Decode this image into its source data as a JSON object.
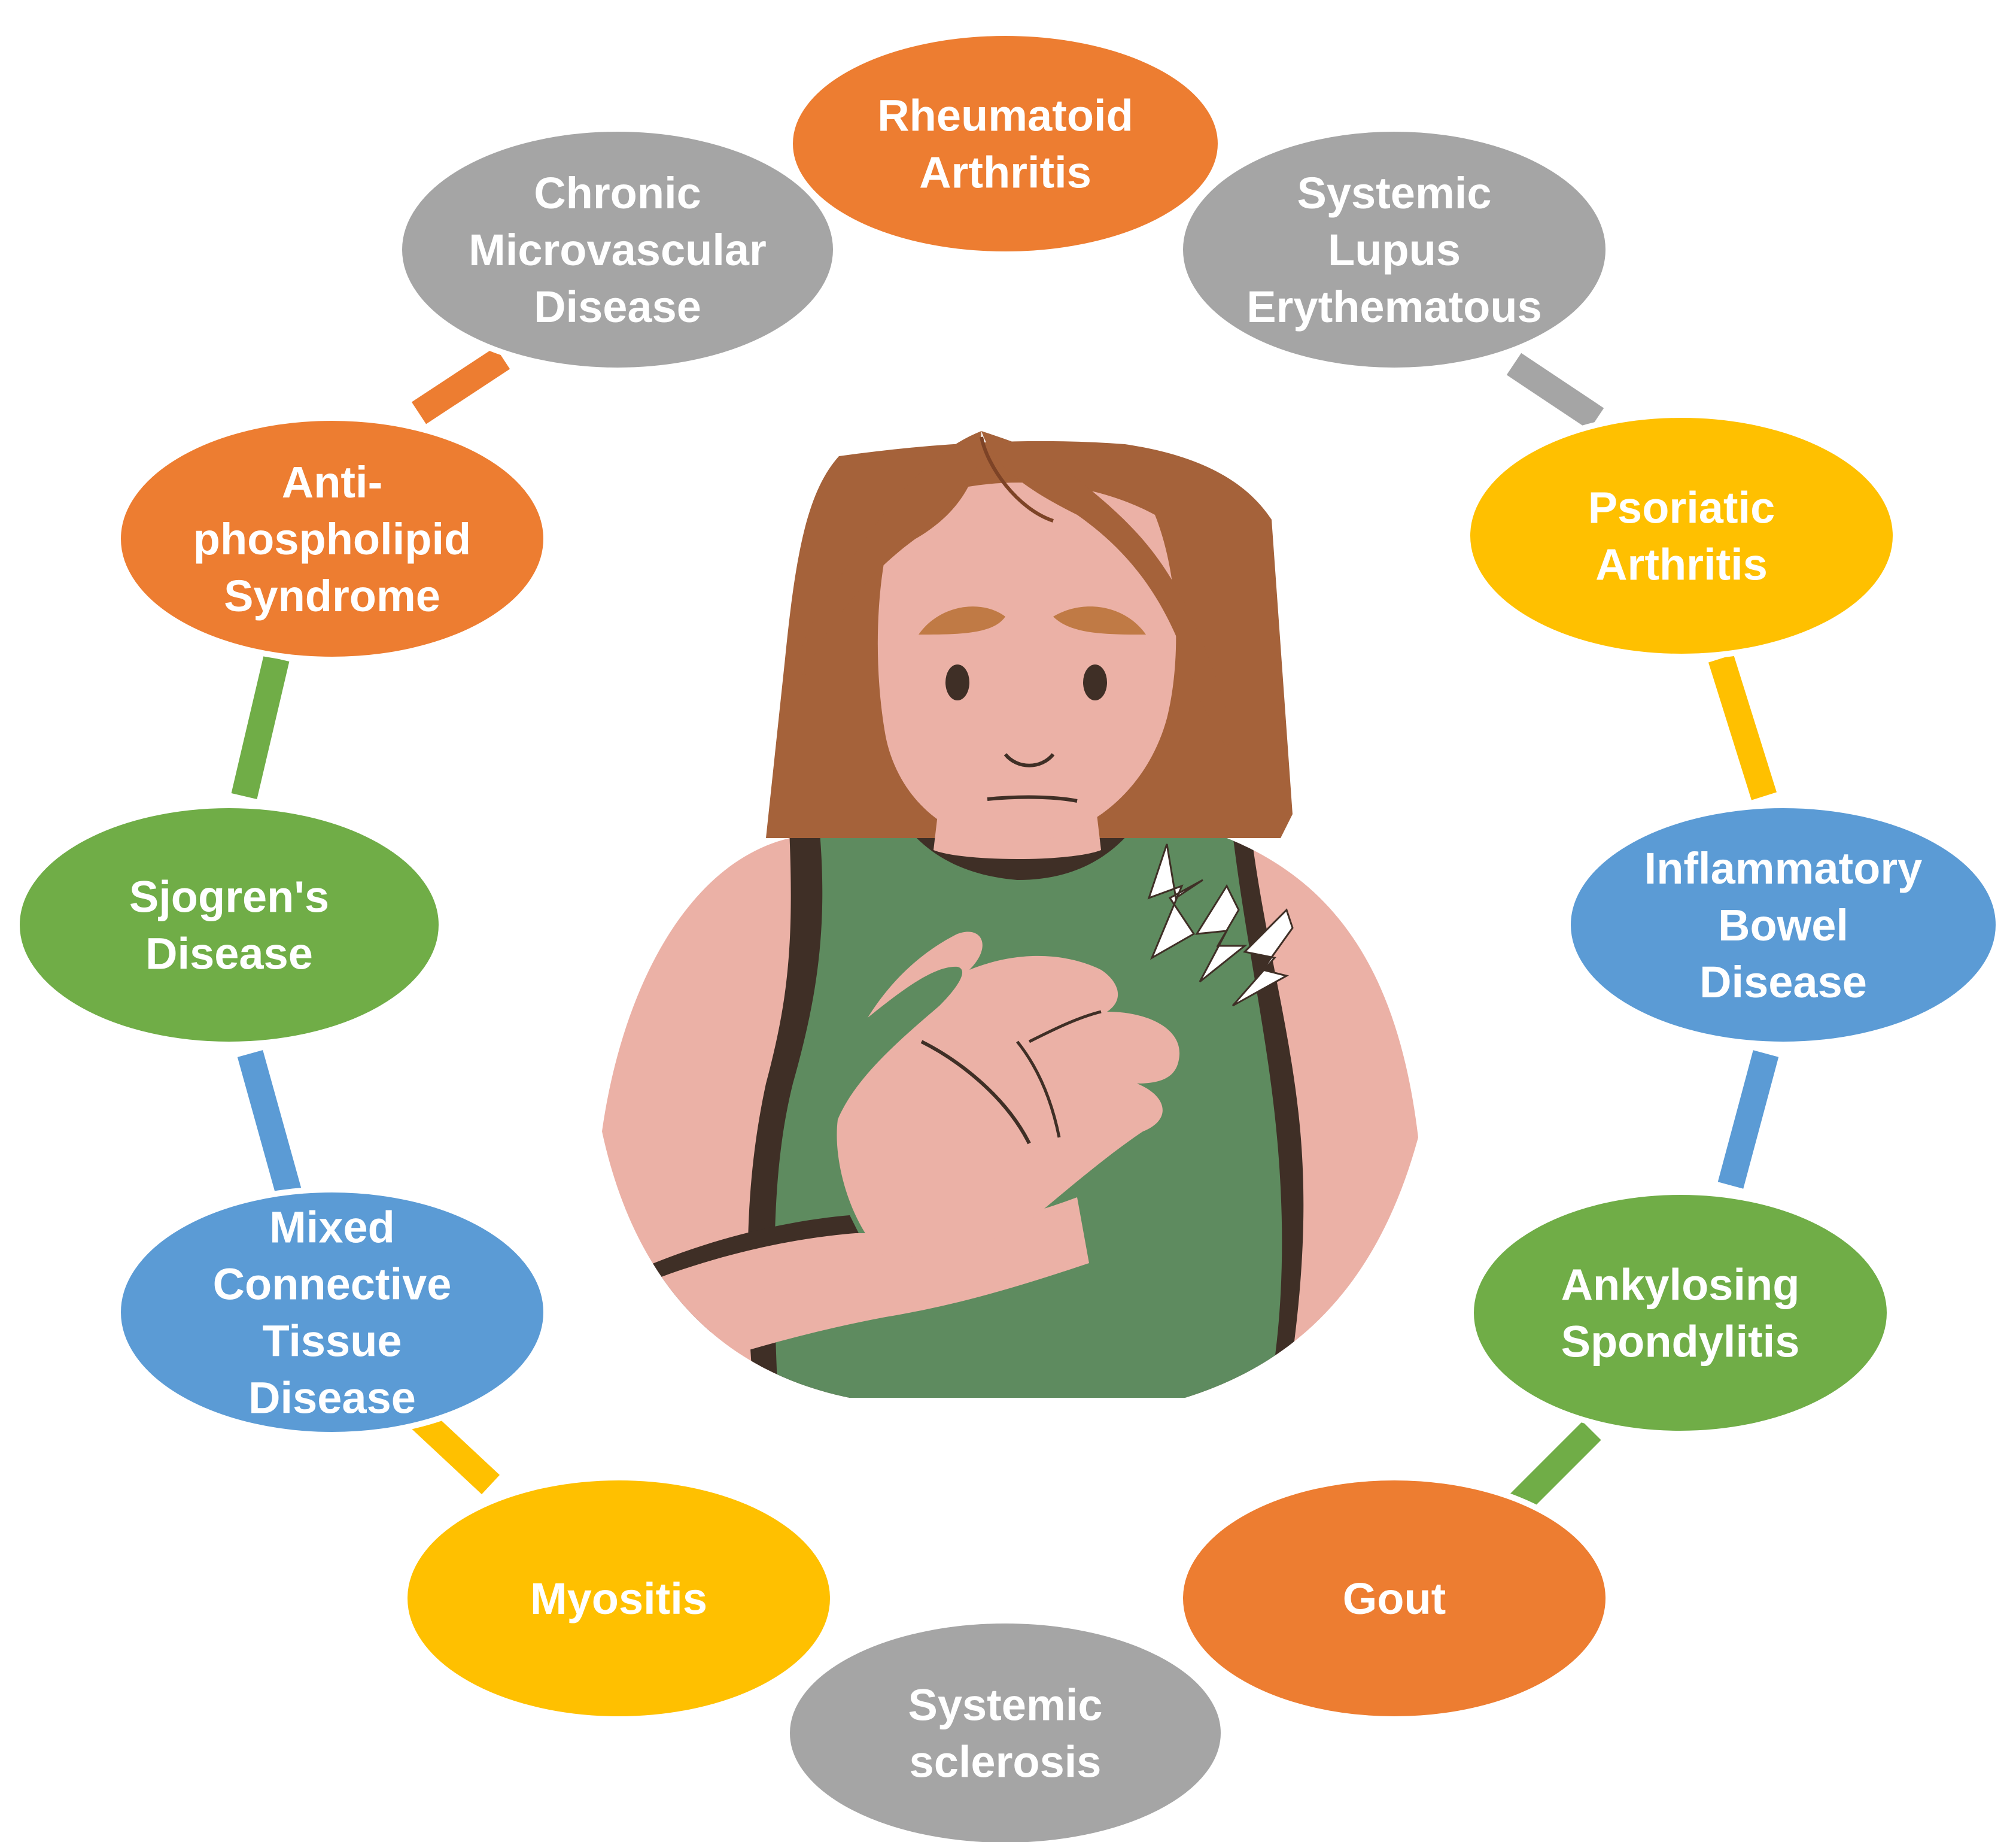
{
  "diagram": {
    "center_illustration": {
      "icon": "woman-holding-chest-in-pain",
      "colors": {
        "hair": "#a5623a",
        "skin": "#ebb1a6",
        "shirt": "#5e8b5f",
        "outline": "#3f2f26",
        "eyebrow": "#c07a45",
        "pain_mark": "#ffffff"
      }
    },
    "palette": {
      "orange": "#ed7d31",
      "gray": "#a5a5a5",
      "yellow": "#ffc000",
      "blue": "#5b9bd5",
      "green": "#70ad47"
    },
    "nodes": [
      {
        "id": "rheumatoid-arthritis",
        "color": "#ed7d31",
        "lines": [
          "Rheumatoid",
          "Arthritis"
        ]
      },
      {
        "id": "systemic-lupus-erythematous",
        "color": "#a5a5a5",
        "lines": [
          "Systemic",
          "Lupus",
          "Erythematous"
        ]
      },
      {
        "id": "psoriatic-arthritis",
        "color": "#ffc000",
        "lines": [
          "Psoriatic",
          "Arthritis"
        ]
      },
      {
        "id": "inflammatory-bowel-disease",
        "color": "#5b9bd5",
        "lines": [
          "Inflammatory",
          "Bowel",
          "Disease"
        ]
      },
      {
        "id": "ankylosing-spondylitis",
        "color": "#70ad47",
        "lines": [
          "Ankylosing",
          "Spondylitis"
        ]
      },
      {
        "id": "gout",
        "color": "#ed7d31",
        "lines": [
          "Gout"
        ]
      },
      {
        "id": "systemic-sclerosis",
        "color": "#a5a5a5",
        "lines": [
          "Systemic",
          "sclerosis"
        ]
      },
      {
        "id": "myositis",
        "color": "#ffc000",
        "lines": [
          "Myositis"
        ]
      },
      {
        "id": "mixed-connective-tissue-disease",
        "color": "#5b9bd5",
        "lines": [
          "Mixed",
          "Connective",
          "Tissue",
          "Disease"
        ]
      },
      {
        "id": "sjogrens-disease",
        "color": "#70ad47",
        "lines": [
          "Sjogren's",
          "Disease"
        ]
      },
      {
        "id": "antiphospholipid-syndrome",
        "color": "#ed7d31",
        "lines": [
          "Anti-",
          "phospholipid",
          "Syndrome"
        ]
      },
      {
        "id": "chronic-microvascular-disease",
        "color": "#a5a5a5",
        "lines": [
          "Chronic",
          "Microvascular",
          "Disease"
        ]
      }
    ],
    "connectors": [
      {
        "between": [
          "systemic-lupus-erythematous",
          "psoriatic-arthritis"
        ],
        "color": "#a5a5a5"
      },
      {
        "between": [
          "psoriatic-arthritis",
          "inflammatory-bowel-disease"
        ],
        "color": "#ffc000"
      },
      {
        "between": [
          "inflammatory-bowel-disease",
          "ankylosing-spondylitis"
        ],
        "color": "#5b9bd5"
      },
      {
        "between": [
          "ankylosing-spondylitis",
          "gout"
        ],
        "color": "#70ad47"
      },
      {
        "between": [
          "myositis",
          "mixed-connective-tissue-disease"
        ],
        "color": "#ffc000"
      },
      {
        "between": [
          "mixed-connective-tissue-disease",
          "sjogrens-disease"
        ],
        "color": "#5b9bd5"
      },
      {
        "between": [
          "sjogrens-disease",
          "antiphospholipid-syndrome"
        ],
        "color": "#70ad47"
      },
      {
        "between": [
          "antiphospholipid-syndrome",
          "chronic-microvascular-disease"
        ],
        "color": "#ed7d31"
      }
    ]
  }
}
